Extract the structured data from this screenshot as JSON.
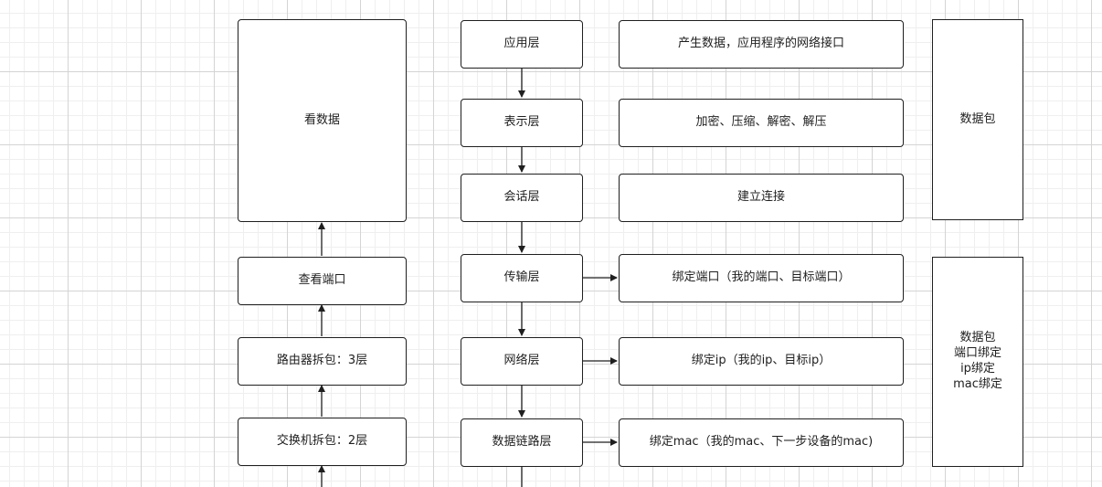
{
  "left_column": {
    "view_data": "看数据",
    "view_port": "查看端口",
    "router_unpack": "路由器拆包：3层",
    "switch_unpack": "交换机拆包：2层"
  },
  "layers": [
    {
      "name": "应用层",
      "description": "产生数据，应用程序的网络接口"
    },
    {
      "name": "表示层",
      "description": "加密、压缩、解密、解压"
    },
    {
      "name": "会话层",
      "description": "建立连接"
    },
    {
      "name": "传输层",
      "description": "绑定端口（我的端口、目标端口）"
    },
    {
      "name": "网络层",
      "description": "绑定ip（我的ip、目标ip）"
    },
    {
      "name": "数据链路层",
      "description": "绑定mac（我的mac、下一步设备的mac)"
    }
  ],
  "right_column": {
    "packet_top": "数据包",
    "packet_bottom": "数据包\n端口绑定\nip绑定\nmac绑定"
  },
  "colors": {
    "stroke": "#1f1f1f",
    "grid_major": "#d4d4d4",
    "grid_minor": "#efefef"
  }
}
